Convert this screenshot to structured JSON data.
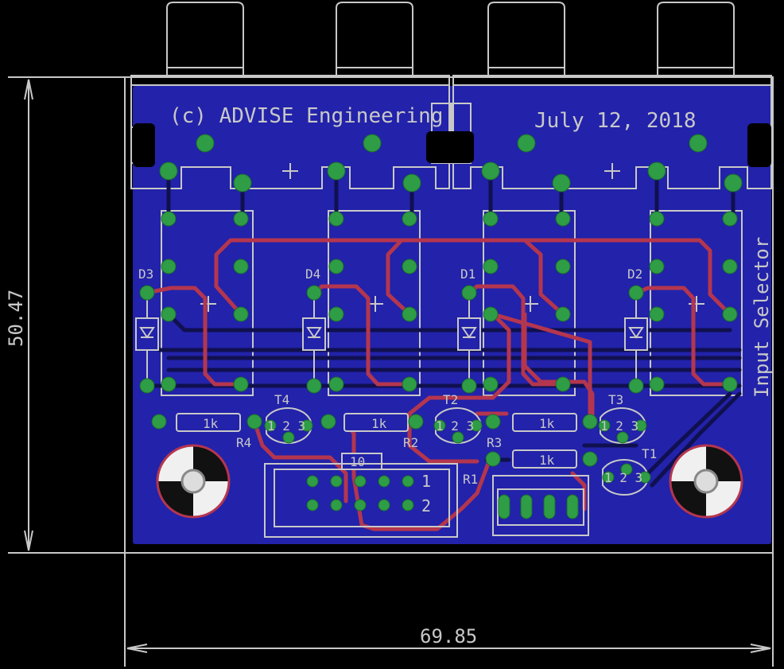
{
  "labels": {
    "copyright": "(c) ADVISE Engineering",
    "date": "July 12, 2018",
    "title_vertical": "Input Selector",
    "dim_height": "50.47",
    "dim_width": "69.85"
  },
  "parts": {
    "diodes": [
      "D3",
      "D4",
      "D1",
      "D2"
    ],
    "transistors": [
      "T4",
      "T2",
      "T3",
      "T1"
    ],
    "resistors": [
      "R4",
      "R2",
      "R3",
      "R1"
    ],
    "resistor_values": [
      "1k",
      "1k",
      "1k",
      "1k",
      "10"
    ],
    "transistor_pins": "1 2 3",
    "header_pin_1": "1",
    "header_pin_2": "2"
  },
  "colors": {
    "background": "#000000",
    "copper_pour": "#2222aa",
    "bottom_trace": "#101050",
    "top_trace": "#b4364e",
    "silkscreen": "#c8c8c8",
    "pad": "#2e9d46"
  }
}
